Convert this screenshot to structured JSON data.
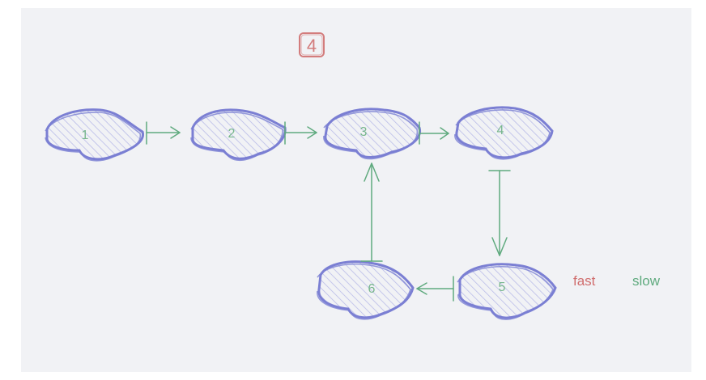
{
  "step_badge": {
    "label": "4"
  },
  "nodes": [
    {
      "id": "n1",
      "label": "1"
    },
    {
      "id": "n2",
      "label": "2"
    },
    {
      "id": "n3",
      "label": "3"
    },
    {
      "id": "n4",
      "label": "4"
    },
    {
      "id": "n5",
      "label": "5"
    },
    {
      "id": "n6",
      "label": "6"
    }
  ],
  "legend": {
    "fast": "fast",
    "slow": "slow"
  },
  "colors": {
    "canvas": "#f1f2f5",
    "node_stroke": "#7b7fd3",
    "node_hatch": "#b9bbe8",
    "node_text": "#77b68d",
    "arrow": "#5faa7e",
    "fast": "#d06d6d",
    "slow": "#5faa7e",
    "badge": "#d37c7c"
  }
}
